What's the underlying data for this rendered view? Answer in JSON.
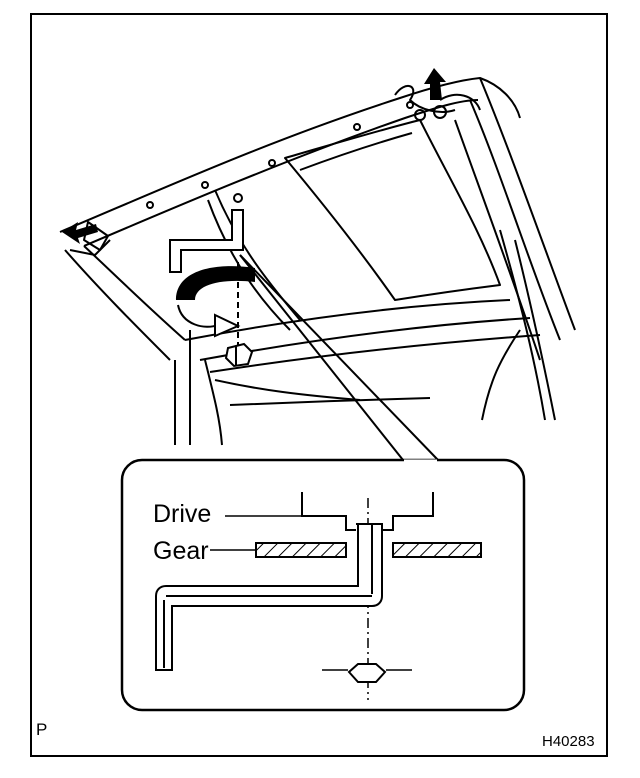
{
  "figure": {
    "callout_labels": {
      "drive": "Drive",
      "gear": "Gear"
    },
    "corner_mark": "P",
    "figure_code": "H40283"
  },
  "colors": {
    "ink": "#000000",
    "paper": "#ffffff"
  }
}
